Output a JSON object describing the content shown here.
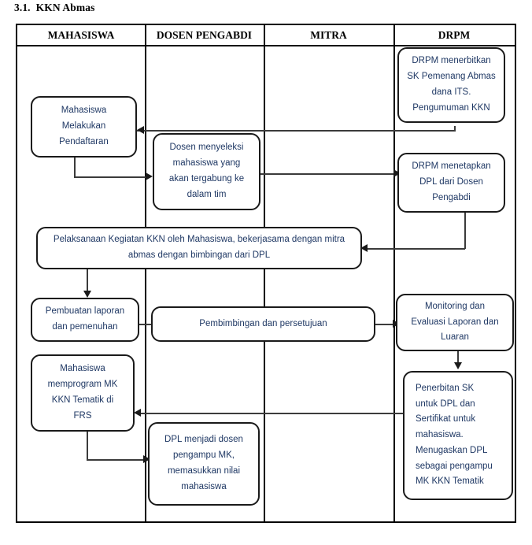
{
  "section": {
    "number": "3.1.",
    "title": "KKN Abmas"
  },
  "colors": {
    "node_text": "#1f3864",
    "node_border": "#1a1a1a",
    "connector": "#3b3b3b",
    "frame": "#000000",
    "background": "#ffffff"
  },
  "table": {
    "columns": [
      {
        "label": "MAHASISWA"
      },
      {
        "label": "DOSEN PENGABDI"
      },
      {
        "label": "MITRA"
      },
      {
        "label": "DRPM"
      }
    ]
  },
  "chart_data": {
    "type": "diagram",
    "subtype": "swimlane-flowchart",
    "title": "KKN Abmas",
    "lanes": [
      "MAHASISWA",
      "DOSEN PENGABDI",
      "MITRA",
      "DRPM"
    ],
    "nodes": [
      {
        "id": "n1",
        "lane": "DRPM",
        "text": "DRPM menerbitkan SK Pemenang Abmas dana ITS. Pengumuman KKN"
      },
      {
        "id": "n2",
        "lane": "MAHASISWA",
        "text": "Mahasiswa Melakukan Pendaftaran"
      },
      {
        "id": "n3",
        "lane": "DOSEN PENGABDI",
        "text": "Dosen menyeleksi mahasiswa yang akan tergabung ke dalam tim"
      },
      {
        "id": "n4",
        "lane": "DRPM",
        "text": "DRPM menetapkan DPL dari Dosen Pengabdi"
      },
      {
        "id": "n5",
        "lane": "MAHASISWA,DOSEN PENGABDI,MITRA",
        "text": "Pelaksanaan Kegiatan KKN oleh Mahasiswa, bekerjasama dengan mitra abmas dengan bimbingan dari DPL"
      },
      {
        "id": "n6",
        "lane": "MAHASISWA",
        "text": "Pembuatan laporan dan pemenuhan"
      },
      {
        "id": "n7",
        "lane": "DOSEN PENGABDI,MITRA",
        "text": "Pembimbingan dan persetujuan"
      },
      {
        "id": "n8",
        "lane": "DRPM",
        "text": "Monitoring dan Evaluasi Laporan dan Luaran"
      },
      {
        "id": "n9",
        "lane": "MAHASISWA",
        "text": "Mahasiswa memprogram MK KKN Tematik di FRS"
      },
      {
        "id": "n10",
        "lane": "DRPM",
        "text": "Penerbitan SK untuk DPL dan Sertifikat untuk mahasiswa. Menugaskan DPL sebagai pengampu MK KKN Tematik"
      },
      {
        "id": "n11",
        "lane": "DOSEN PENGABDI",
        "text": "DPL menjadi dosen pengampu MK, memasukkan nilai mahasiswa"
      }
    ],
    "edges": [
      {
        "from": "n1",
        "to": "n2"
      },
      {
        "from": "n2",
        "to": "n3"
      },
      {
        "from": "n3",
        "to": "n4"
      },
      {
        "from": "n4",
        "to": "n5"
      },
      {
        "from": "n5",
        "to": "n6"
      },
      {
        "from": "n6",
        "to": "n7"
      },
      {
        "from": "n7",
        "to": "n8"
      },
      {
        "from": "n8",
        "to": "n10"
      },
      {
        "from": "n10",
        "to": "n9"
      },
      {
        "from": "n9",
        "to": "n11"
      }
    ]
  },
  "nodes": {
    "drpm_sk": {
      "lines": [
        "DRPM menerbitkan",
        "SK Pemenang Abmas",
        "dana ITS.",
        "Pengumuman KKN"
      ]
    },
    "mahasiswa_daftar": {
      "lines": [
        "Mahasiswa",
        "Melakukan",
        "Pendaftaran"
      ]
    },
    "dosen_seleksi": {
      "lines": [
        "Dosen menyeleksi",
        "mahasiswa yang",
        "akan tergabung ke",
        "dalam tim"
      ]
    },
    "drpm_dpl": {
      "lines": [
        "DRPM menetapkan",
        "DPL dari Dosen",
        "Pengabdi"
      ]
    },
    "pelaksanaan": {
      "lines": [
        "Pelaksanaan Kegiatan KKN oleh Mahasiswa, bekerjasama dengan mitra",
        "abmas dengan bimbingan dari DPL"
      ]
    },
    "laporan": {
      "lines": [
        "Pembuatan laporan",
        "dan pemenuhan"
      ]
    },
    "pembimbingan": {
      "lines": [
        "Pembimbingan dan persetujuan"
      ]
    },
    "monitoring": {
      "lines": [
        "Monitoring dan",
        "Evaluasi Laporan dan",
        "Luaran"
      ]
    },
    "frs": {
      "lines": [
        "Mahasiswa",
        "memprogram MK",
        "KKN Tematik di",
        "FRS"
      ]
    },
    "penerbitan": {
      "lines": [
        "Penerbitan SK",
        "untuk DPL dan",
        "Sertifikat untuk",
        "mahasiswa.",
        "Menugaskan DPL",
        "sebagai pengampu",
        "MK KKN Tematik"
      ]
    },
    "dpl_nilai": {
      "lines": [
        "DPL menjadi dosen",
        "pengampu MK,",
        "memasukkan nilai",
        "mahasiswa"
      ]
    }
  }
}
